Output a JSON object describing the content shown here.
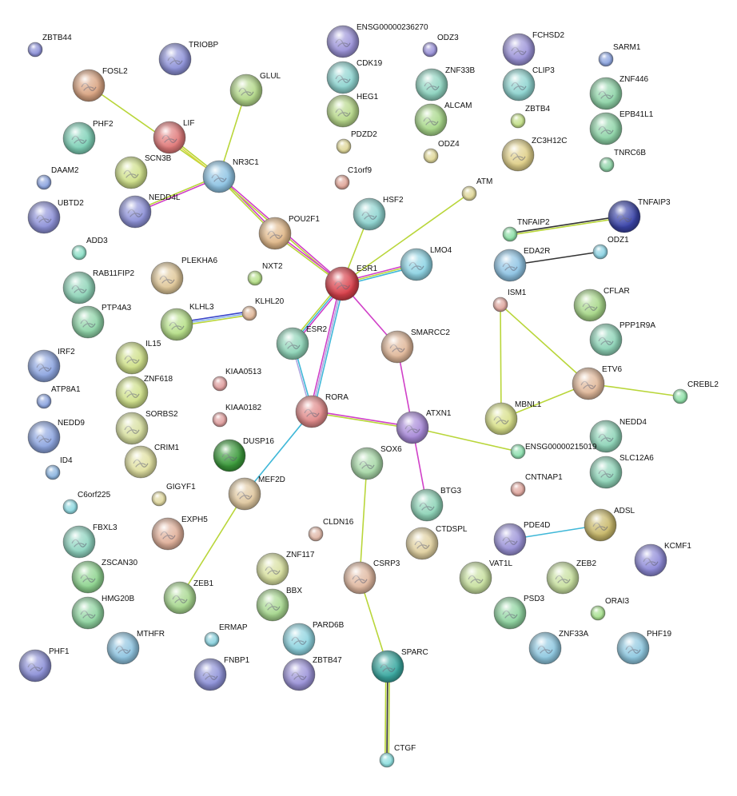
{
  "nodes": [
    {
      "id": "ZBTB44",
      "label": "ZBTB44",
      "color": "#8e92d8",
      "size": "s"
    },
    {
      "id": "TRIOBP",
      "label": "TRIOBP",
      "color": "#8e92d8",
      "size": "l"
    },
    {
      "id": "FOSL2",
      "label": "FOSL2",
      "color": "#d9a482",
      "size": "l"
    },
    {
      "id": "PHF2",
      "label": "PHF2",
      "color": "#7fd1b7",
      "size": "l"
    },
    {
      "id": "LIF",
      "label": "LIF",
      "color": "#e07a7a",
      "size": "l"
    },
    {
      "id": "GLUL",
      "label": "GLUL",
      "color": "#b3d88a",
      "size": "l"
    },
    {
      "id": "SCN3B",
      "label": "SCN3B",
      "color": "#cfe08a",
      "size": "l"
    },
    {
      "id": "NR3C1",
      "label": "NR3C1",
      "color": "#8fc4e4",
      "size": "l"
    },
    {
      "id": "DAAM2",
      "label": "DAAM2",
      "color": "#8ea6e0",
      "size": "s"
    },
    {
      "id": "NEDD4L",
      "label": "NEDD4L",
      "color": "#8e92d8",
      "size": "l"
    },
    {
      "id": "UBTD2",
      "label": "UBTD2",
      "color": "#8e92d8",
      "size": "l"
    },
    {
      "id": "ENSG00000236270",
      "label": "ENSG00000236270",
      "color": "#9b93d8",
      "size": "l"
    },
    {
      "id": "CDK19",
      "label": "CDK19",
      "color": "#8fd4d0",
      "size": "l"
    },
    {
      "id": "HEG1",
      "label": "HEG1",
      "color": "#b7d88a",
      "size": "l"
    },
    {
      "id": "PDZD2",
      "label": "PDZD2",
      "color": "#e0d89a",
      "size": "s"
    },
    {
      "id": "C1orf9",
      "label": "C1orf9",
      "color": "#e0a79a",
      "size": "s"
    },
    {
      "id": "ODZ3",
      "label": "ODZ3",
      "color": "#9b93d8",
      "size": "s"
    },
    {
      "id": "ZNF33B",
      "label": "ZNF33B",
      "color": "#8fd4c0",
      "size": "l"
    },
    {
      "id": "ALCAM",
      "label": "ALCAM",
      "color": "#a8d88a",
      "size": "l"
    },
    {
      "id": "ODZ4",
      "label": "ODZ4",
      "color": "#e0d89a",
      "size": "s"
    },
    {
      "id": "FCHSD2",
      "label": "FCHSD2",
      "color": "#9b93d8",
      "size": "l"
    },
    {
      "id": "CLIP3",
      "label": "CLIP3",
      "color": "#8fd4d0",
      "size": "l"
    },
    {
      "id": "ZBTB4",
      "label": "ZBTB4",
      "color": "#c4e08a",
      "size": "s"
    },
    {
      "id": "ZC3H12C",
      "label": "ZC3H12C",
      "color": "#e0d08a",
      "size": "l"
    },
    {
      "id": "SARM1",
      "label": "SARM1",
      "color": "#8ea6e0",
      "size": "s"
    },
    {
      "id": "ZNF446",
      "label": "ZNF446",
      "color": "#8fd4a8",
      "size": "l"
    },
    {
      "id": "EPB41L1",
      "label": "EPB41L1",
      "color": "#8fd4a8",
      "size": "l"
    },
    {
      "id": "TNRC6B",
      "label": "TNRC6B",
      "color": "#8fd4a8",
      "size": "s"
    },
    {
      "id": "ATM",
      "label": "ATM",
      "color": "#e0d89a",
      "size": "s"
    },
    {
      "id": "HSF2",
      "label": "HSF2",
      "color": "#8fd4d0",
      "size": "l"
    },
    {
      "id": "POU2F1",
      "label": "POU2F1",
      "color": "#e0b88a",
      "size": "l"
    },
    {
      "id": "LMO4",
      "label": "LMO4",
      "color": "#8fd4e4",
      "size": "l"
    },
    {
      "id": "ESR1",
      "label": "ESR1",
      "color": "#d8404a",
      "size": "xl"
    },
    {
      "id": "TNFAIP3",
      "label": "TNFAIP3",
      "color": "#3a44a8",
      "size": "l"
    },
    {
      "id": "TNFAIP2",
      "label": "TNFAIP2",
      "color": "#8fe0a8",
      "size": "s"
    },
    {
      "id": "EDA2R",
      "label": "EDA2R",
      "color": "#8fc4e4",
      "size": "l"
    },
    {
      "id": "ODZ1",
      "label": "ODZ1",
      "color": "#8fd4e4",
      "size": "s"
    },
    {
      "id": "ADD3",
      "label": "ADD3",
      "color": "#8fe0c8",
      "size": "s"
    },
    {
      "id": "RAB11FIP2",
      "label": "RAB11FIP2",
      "color": "#8fd4b8",
      "size": "l"
    },
    {
      "id": "PLEKHA6",
      "label": "PLEKHA6",
      "color": "#e0c89a",
      "size": "l"
    },
    {
      "id": "NXT2",
      "label": "NXT2",
      "color": "#b7e08a",
      "size": "s"
    },
    {
      "id": "ISM1",
      "label": "ISM1",
      "color": "#e0a8a0",
      "size": "s"
    },
    {
      "id": "CFLAR",
      "label": "CFLAR",
      "color": "#a8d88a",
      "size": "l"
    },
    {
      "id": "PTP4A3",
      "label": "PTP4A3",
      "color": "#8fd4a8",
      "size": "l"
    },
    {
      "id": "KLHL3",
      "label": "KLHL3",
      "color": "#b7e08a",
      "size": "l"
    },
    {
      "id": "KLHL20",
      "label": "KLHL20",
      "color": "#e0b89a",
      "size": "s"
    },
    {
      "id": "SMARCC2",
      "label": "SMARCC2",
      "color": "#e0b89a",
      "size": "l"
    },
    {
      "id": "ESR2",
      "label": "ESR2",
      "color": "#8fd4b8",
      "size": "l"
    },
    {
      "id": "PPP1R9A",
      "label": "PPP1R9A",
      "color": "#8fd4b8",
      "size": "l"
    },
    {
      "id": "IRF2",
      "label": "IRF2",
      "color": "#8ea6e0",
      "size": "l"
    },
    {
      "id": "IL15",
      "label": "IL15",
      "color": "#cfe08a",
      "size": "l"
    },
    {
      "id": "ETV6",
      "label": "ETV6",
      "color": "#e0b89a",
      "size": "l"
    },
    {
      "id": "CREBL2",
      "label": "CREBL2",
      "color": "#8fe0a8",
      "size": "s"
    },
    {
      "id": "KIAA0513",
      "label": "KIAA0513",
      "color": "#e0a0a0",
      "size": "s"
    },
    {
      "id": "ATP8A1",
      "label": "ATP8A1",
      "color": "#8ea6e0",
      "size": "s"
    },
    {
      "id": "ZNF618",
      "label": "ZNF618",
      "color": "#cfe08a",
      "size": "l"
    },
    {
      "id": "RORA",
      "label": "RORA",
      "color": "#e08a8a",
      "size": "l"
    },
    {
      "id": "ATXN1",
      "label": "ATXN1",
      "color": "#a88ad8",
      "size": "l"
    },
    {
      "id": "MBNL1",
      "label": "MBNL1",
      "color": "#d8e08a",
      "size": "l"
    },
    {
      "id": "KIAA0182",
      "label": "KIAA0182",
      "color": "#e0a0a0",
      "size": "s"
    },
    {
      "id": "SORBS2",
      "label": "SORBS2",
      "color": "#d8e0a0",
      "size": "l"
    },
    {
      "id": "NEDD9",
      "label": "NEDD9",
      "color": "#8ea6e0",
      "size": "l"
    },
    {
      "id": "DUSP16",
      "label": "DUSP16",
      "color": "#3a9a3a",
      "size": "l"
    },
    {
      "id": "NEDD4",
      "label": "NEDD4",
      "color": "#8fd4b8",
      "size": "l"
    },
    {
      "id": "ENSG00000215019",
      "label": "ENSG00000215019",
      "color": "#8fe0b0",
      "size": "s"
    },
    {
      "id": "SLC12A6",
      "label": "SLC12A6",
      "color": "#8fd4b8",
      "size": "l"
    },
    {
      "id": "ID4",
      "label": "ID4",
      "color": "#8eb6e0",
      "size": "s"
    },
    {
      "id": "CRIM1",
      "label": "CRIM1",
      "color": "#e0e0a0",
      "size": "l"
    },
    {
      "id": "SOX6",
      "label": "SOX6",
      "color": "#a8d8a8",
      "size": "l"
    },
    {
      "id": "CNTNAP1",
      "label": "CNTNAP1",
      "color": "#e0a8a0",
      "size": "s"
    },
    {
      "id": "MEF2D",
      "label": "MEF2D",
      "color": "#e0c8a0",
      "size": "l"
    },
    {
      "id": "C6orf225",
      "label": "C6orf225",
      "color": "#8fd8e0",
      "size": "s"
    },
    {
      "id": "GIGYF1",
      "label": "GIGYF1",
      "color": "#e0d8a0",
      "size": "s"
    },
    {
      "id": "BTG3",
      "label": "BTG3",
      "color": "#8fd4b8",
      "size": "l"
    },
    {
      "id": "FBXL3",
      "label": "FBXL3",
      "color": "#8fd4c0",
      "size": "l"
    },
    {
      "id": "EXPH5",
      "label": "EXPH5",
      "color": "#e0b09a",
      "size": "l"
    },
    {
      "id": "ADSL",
      "label": "ADSL",
      "color": "#c8b86a",
      "size": "l"
    },
    {
      "id": "CLDN16",
      "label": "CLDN16",
      "color": "#e0b8a8",
      "size": "s"
    },
    {
      "id": "CTDSPL",
      "label": "CTDSPL",
      "color": "#e0d0a0",
      "size": "l"
    },
    {
      "id": "PDE4D",
      "label": "PDE4D",
      "color": "#9b93d8",
      "size": "l"
    },
    {
      "id": "KCMF1",
      "label": "KCMF1",
      "color": "#8e8ad8",
      "size": "l"
    },
    {
      "id": "ZSCAN30",
      "label": "ZSCAN30",
      "color": "#8fd490",
      "size": "l"
    },
    {
      "id": "ZNF117",
      "label": "ZNF117",
      "color": "#d8e0a0",
      "size": "l"
    },
    {
      "id": "CSRP3",
      "label": "CSRP3",
      "color": "#e0b8a0",
      "size": "l"
    },
    {
      "id": "VAT1L",
      "label": "VAT1L",
      "color": "#c8e0a0",
      "size": "l"
    },
    {
      "id": "ZEB2",
      "label": "ZEB2",
      "color": "#c8e0a0",
      "size": "l"
    },
    {
      "id": "ZEB1",
      "label": "ZEB1",
      "color": "#a8d890",
      "size": "l"
    },
    {
      "id": "HMG20B",
      "label": "HMG20B",
      "color": "#8fd4a0",
      "size": "l"
    },
    {
      "id": "BBX",
      "label": "BBX",
      "color": "#a8d890",
      "size": "l"
    },
    {
      "id": "PSD3",
      "label": "PSD3",
      "color": "#8fd4a0",
      "size": "l"
    },
    {
      "id": "ORAI3",
      "label": "ORAI3",
      "color": "#a8e090",
      "size": "s"
    },
    {
      "id": "ERMAP",
      "label": "ERMAP",
      "color": "#8fd4e0",
      "size": "s"
    },
    {
      "id": "PARD6B",
      "label": "PARD6B",
      "color": "#8fd4e0",
      "size": "l"
    },
    {
      "id": "MTHFR",
      "label": "MTHFR",
      "color": "#8fc4e0",
      "size": "l"
    },
    {
      "id": "PHF1",
      "label": "PHF1",
      "color": "#8e92d8",
      "size": "l"
    },
    {
      "id": "FNBP1",
      "label": "FNBP1",
      "color": "#8e92d8",
      "size": "l"
    },
    {
      "id": "ZBTB47",
      "label": "ZBTB47",
      "color": "#9b93d8",
      "size": "l"
    },
    {
      "id": "SPARC",
      "label": "SPARC",
      "color": "#3aa8a0",
      "size": "l"
    },
    {
      "id": "ZNF33A",
      "label": "ZNF33A",
      "color": "#8fc8e0",
      "size": "l"
    },
    {
      "id": "PHF19",
      "label": "PHF19",
      "color": "#8fc8e0",
      "size": "l"
    },
    {
      "id": "CTGF",
      "label": "CTGF",
      "color": "#8fe0e0",
      "size": "s"
    }
  ],
  "edges": [
    {
      "source": "FOSL2",
      "target": "NR3C1",
      "colors": [
        "#b9d63a"
      ]
    },
    {
      "source": "LIF",
      "target": "NR3C1",
      "colors": [
        "#b9d63a",
        "#d9d63a"
      ]
    },
    {
      "source": "GLUL",
      "target": "NR3C1",
      "colors": [
        "#b9d63a"
      ]
    },
    {
      "source": "NEDD4L",
      "target": "NR3C1",
      "colors": [
        "#b9d63a",
        "#d040c8"
      ]
    },
    {
      "source": "NR3C1",
      "target": "POU2F1",
      "colors": [
        "#d040c8",
        "#b9d63a"
      ]
    },
    {
      "source": "NR3C1",
      "target": "ESR1",
      "colors": [
        "#d040c8",
        "#b9d63a"
      ]
    },
    {
      "source": "POU2F1",
      "target": "ESR1",
      "colors": [
        "#d040c8",
        "#b9d63a"
      ]
    },
    {
      "source": "HSF2",
      "target": "ESR1",
      "colors": [
        "#b9d63a"
      ]
    },
    {
      "source": "ATM",
      "target": "ESR1",
      "colors": [
        "#b9d63a"
      ]
    },
    {
      "source": "LMO4",
      "target": "ESR1",
      "colors": [
        "#40b8d8",
        "#b9d63a",
        "#d040c8"
      ]
    },
    {
      "source": "ESR1",
      "target": "ESR2",
      "colors": [
        "#d040c8",
        "#40b8d8",
        "#b9d63a"
      ]
    },
    {
      "source": "ESR1",
      "target": "SMARCC2",
      "colors": [
        "#d040c8"
      ]
    },
    {
      "source": "ESR1",
      "target": "RORA",
      "colors": [
        "#40b8d8",
        "#b0a8e0",
        "#d040c8"
      ]
    },
    {
      "source": "ESR2",
      "target": "RORA",
      "colors": [
        "#40b8d8",
        "#b0a8e0"
      ]
    },
    {
      "source": "SMARCC2",
      "target": "ATXN1",
      "colors": [
        "#d040c8"
      ]
    },
    {
      "source": "RORA",
      "target": "ATXN1",
      "colors": [
        "#d040c8",
        "#b9d63a"
      ]
    },
    {
      "source": "RORA",
      "target": "MEF2D",
      "colors": [
        "#40b8d8"
      ]
    },
    {
      "source": "ATXN1",
      "target": "ENSG00000215019",
      "colors": [
        "#b9d63a"
      ]
    },
    {
      "source": "ATXN1",
      "target": "BTG3",
      "colors": [
        "#d040c8"
      ]
    },
    {
      "source": "MEF2D",
      "target": "ZEB1",
      "colors": [
        "#b9d63a"
      ]
    },
    {
      "source": "SOX6",
      "target": "CSRP3",
      "colors": [
        "#b9d63a"
      ]
    },
    {
      "source": "CSRP3",
      "target": "SPARC",
      "colors": [
        "#b9d63a"
      ]
    },
    {
      "source": "SPARC",
      "target": "CTGF",
      "colors": [
        "#b9d63a",
        "#333333",
        "#b9d63a"
      ]
    },
    {
      "source": "KLHL3",
      "target": "KLHL20",
      "colors": [
        "#3a44c8",
        "#8ab4f0",
        "#b9d63a"
      ]
    },
    {
      "source": "TNFAIP2",
      "target": "TNFAIP3",
      "colors": [
        "#333333",
        "#b9d63a"
      ]
    },
    {
      "source": "EDA2R",
      "target": "ODZ1",
      "colors": [
        "#333333"
      ]
    },
    {
      "source": "ISM1",
      "target": "MBNL1",
      "colors": [
        "#b9d63a"
      ]
    },
    {
      "source": "ISM1",
      "target": "ETV6",
      "colors": [
        "#b9d63a"
      ]
    },
    {
      "source": "ETV6",
      "target": "MBNL1",
      "colors": [
        "#b9d63a"
      ]
    },
    {
      "source": "ETV6",
      "target": "CREBL2",
      "colors": [
        "#b9d63a"
      ]
    },
    {
      "source": "PDE4D",
      "target": "ADSL",
      "colors": [
        "#40b8d8"
      ]
    }
  ]
}
